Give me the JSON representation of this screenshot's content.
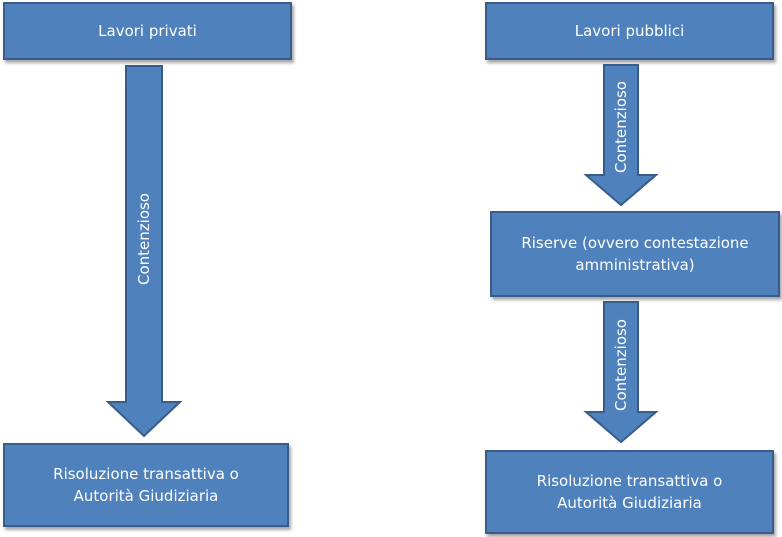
{
  "colors": {
    "box_fill": "#4f81bd",
    "box_border": "#385d8a",
    "text": "#ffffff"
  },
  "left": {
    "top_box": "Lavori privati",
    "arrow_label": "Contenzioso",
    "bottom_box": "Risoluzione transattiva  o\nAutorità Giudiziaria"
  },
  "right": {
    "top_box": "Lavori pubblici",
    "arrow1_label": "Contenzioso",
    "middle_box": "Riserve (ovvero contestazione\namministrativa)",
    "arrow2_label": "Contenzioso",
    "bottom_box": "Risoluzione transattiva  o\nAutorità Giudiziaria"
  }
}
